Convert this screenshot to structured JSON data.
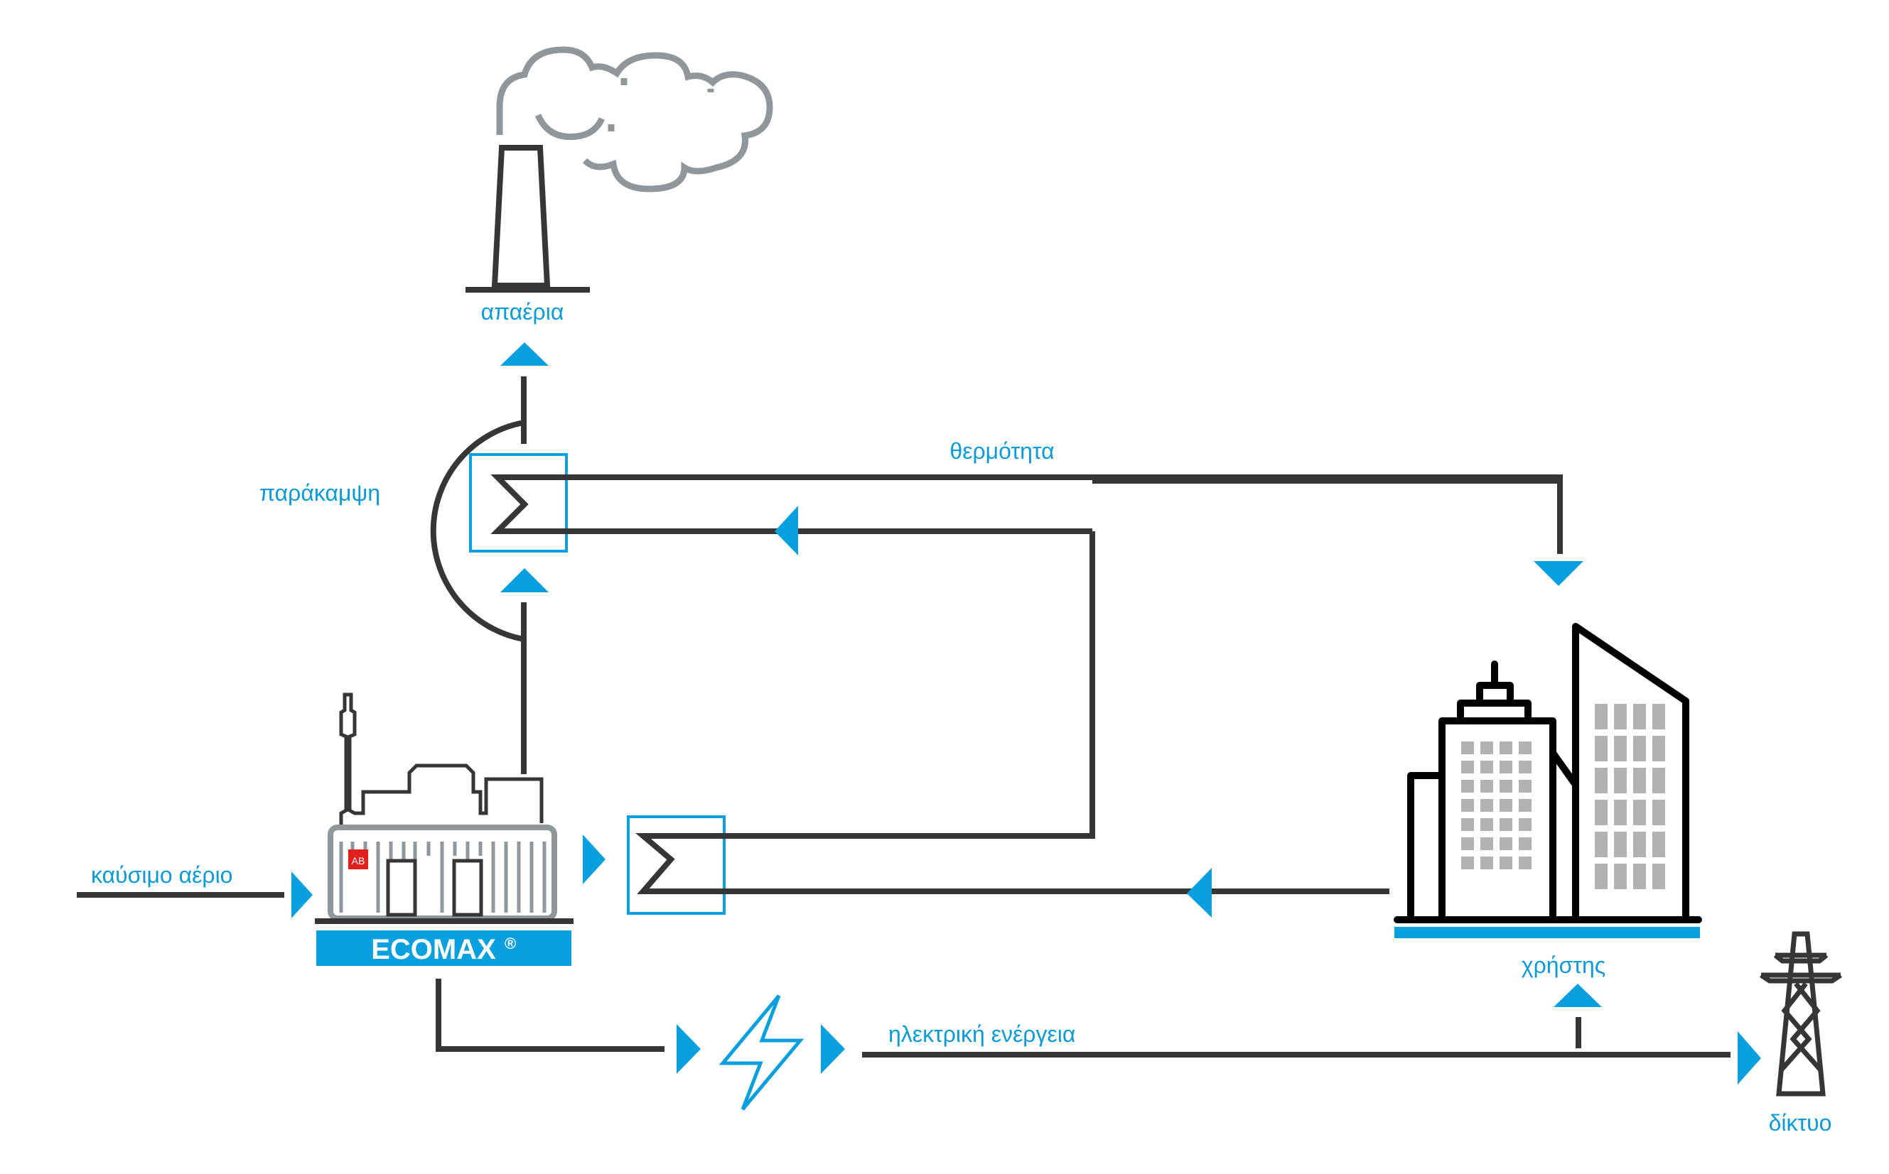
{
  "diagram": {
    "labels": {
      "exhaust": "απαέρια",
      "bypass": "παράκαμψη",
      "heat": "θερμότητα",
      "fuel_gas": "καύσιμο αέριο",
      "electricity": "ηλεκτρική ενέργεια",
      "user": "χρήστης",
      "grid": "δίκτυο"
    },
    "unit": {
      "name": "ECOMAX",
      "mark": "®",
      "logo": "AB"
    },
    "colors": {
      "accent": "#0a9fdf",
      "line": "#363636",
      "smoke": "#8f979b",
      "window": "#b2b2b2",
      "logo_red": "#e2211c"
    },
    "icons": [
      "chimney-icon",
      "smoke-cloud-icon",
      "heat-exchanger-icon",
      "cogeneration-unit-icon",
      "buildings-icon",
      "lightning-icon",
      "power-tower-icon"
    ]
  }
}
